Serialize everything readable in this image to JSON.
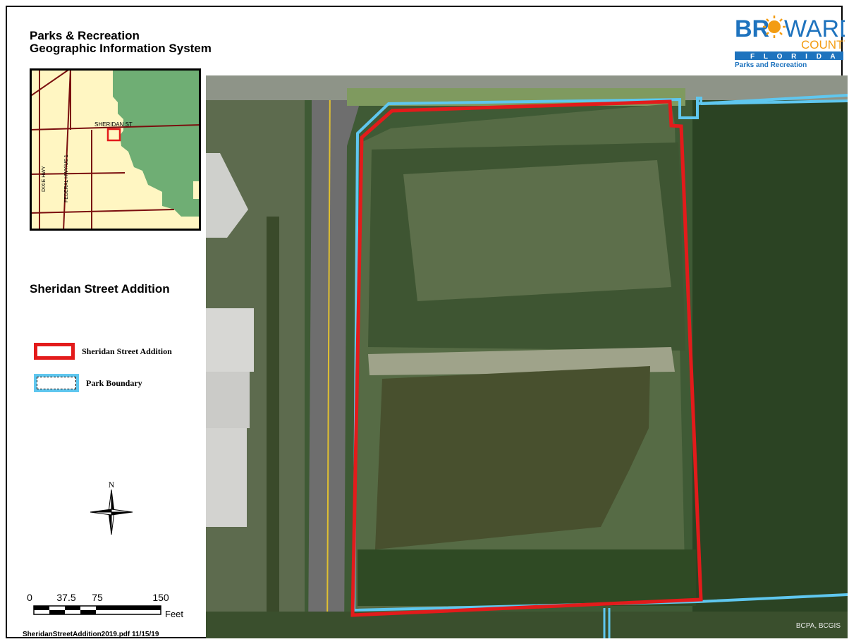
{
  "header": {
    "title_line1": "Parks & Recreation",
    "title_line2": "Geographic Information System"
  },
  "logo": {
    "text_bro": "BR",
    "text_ward": "WARD",
    "text_county": "COUNTY",
    "text_state": "F L O R I D A",
    "text_dept": "Parks and Recreation",
    "colors": {
      "blue": "#1e73be",
      "orange": "#f39c12"
    }
  },
  "inset_map": {
    "street_label": "SHERIDAN ST",
    "road_labels": [
      "DIXIE HWY",
      "FEDERAL HWY/US 1"
    ],
    "colors": {
      "land": "#fff6c2",
      "park": "#6fae74",
      "roads": "#7a0e0e",
      "highlight": "#e31b1b"
    }
  },
  "site_title": "Sheridan Street Addition",
  "legend": {
    "items": [
      {
        "label": "Sheridan Street Addition",
        "symbol": "red-outline",
        "color": "#e31b1b"
      },
      {
        "label": "Park Boundary",
        "symbol": "blue-outline",
        "color": "#5fc7ef"
      }
    ]
  },
  "north_arrow": {
    "label": "N",
    "icon": "compass-rose-icon"
  },
  "scale_bar": {
    "ticks": [
      "0",
      "37.5",
      "75",
      "150"
    ],
    "unit": "Feet"
  },
  "footer": {
    "text": "SheridanStreetAddition2019.pdf 11/15/19"
  },
  "main_map": {
    "credit": "BCPA, BCGIS",
    "colors": {
      "addition_outline": "#e31b1b",
      "park_boundary": "#5fc7ef",
      "water": "#48502e",
      "forest": "#2f4a24",
      "road": "#6e6e6e"
    }
  }
}
